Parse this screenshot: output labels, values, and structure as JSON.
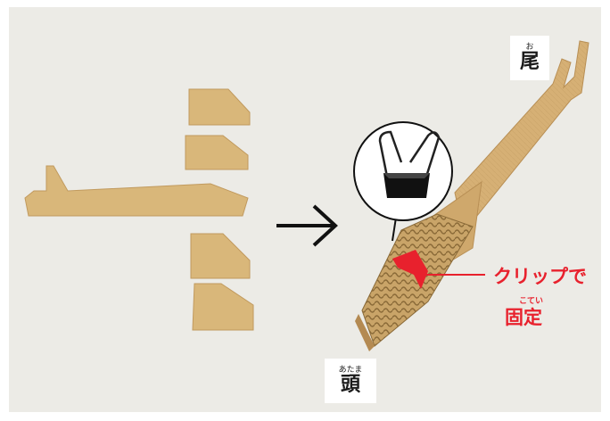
{
  "labels": {
    "tail": {
      "ruby": "お",
      "text": "尾"
    },
    "head": {
      "ruby": "あたま",
      "text": "頭"
    }
  },
  "callout": {
    "line1": "クリップで",
    "ruby": "こてい",
    "line2": "固定"
  },
  "colors": {
    "background": "#ecebe6",
    "cardboard": "#d9b77a",
    "callout": "#e8212d"
  }
}
